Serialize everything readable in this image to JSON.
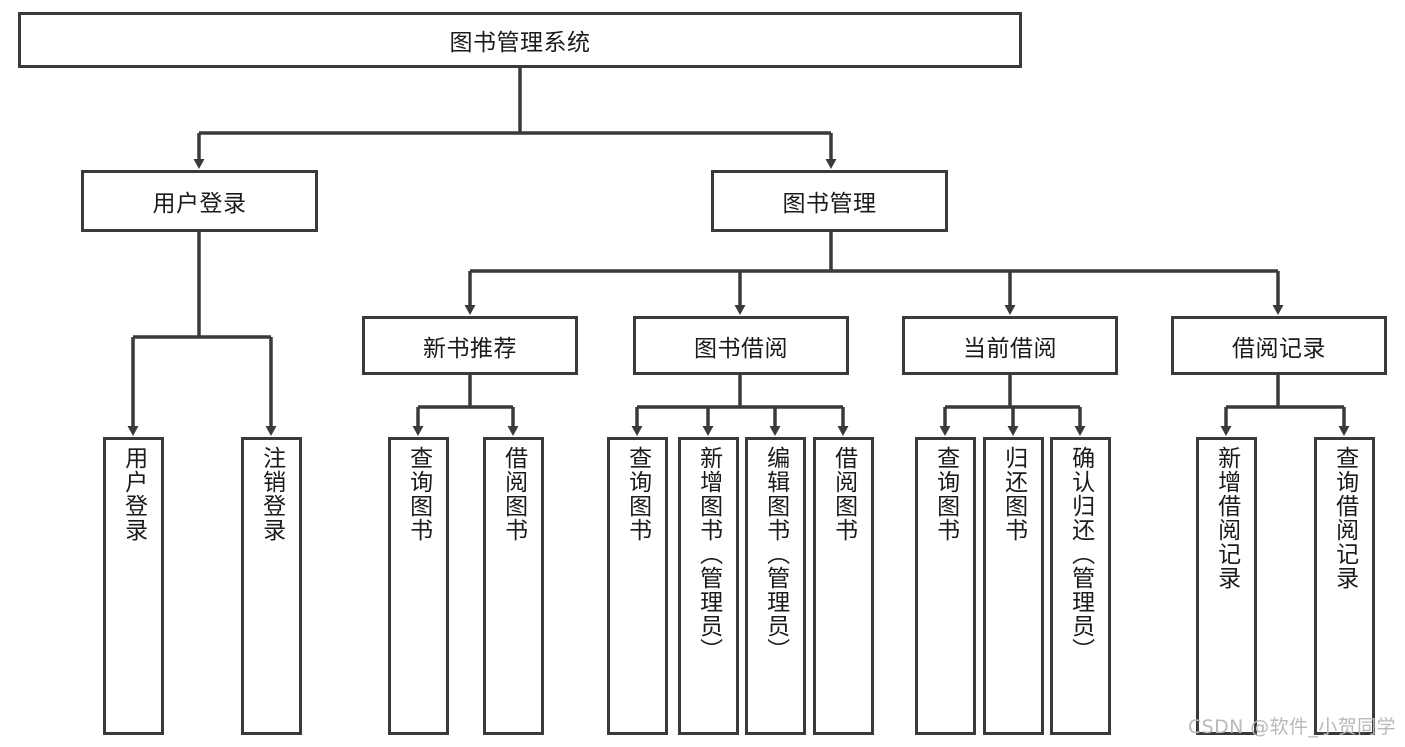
{
  "diagram": {
    "title": "图书管理系统",
    "type": "hierarchy-tree",
    "watermark": "CSDN @软件_小贺同学",
    "colors": {
      "box_border": "#3a3a3a",
      "box_fill": "#ffffff",
      "connector": "#3a3a3a",
      "text": "#1b1b1b",
      "watermark": "#b9b9b9"
    },
    "root": {
      "label": "图书管理系统"
    },
    "level2": [
      {
        "label": "用户登录"
      },
      {
        "label": "图书管理"
      }
    ],
    "level3": [
      {
        "label": "新书推荐"
      },
      {
        "label": "图书借阅"
      },
      {
        "label": "当前借阅"
      },
      {
        "label": "借阅记录"
      }
    ],
    "leaves": [
      {
        "label": "用户登录",
        "parent": "用户登录"
      },
      {
        "label": "注销登录",
        "parent": "用户登录"
      },
      {
        "label": "查询图书",
        "parent": "新书推荐"
      },
      {
        "label": "借阅图书",
        "parent": "新书推荐"
      },
      {
        "label": "查询图书",
        "parent": "图书借阅"
      },
      {
        "label": "新增图书（管理员）",
        "parent": "图书借阅"
      },
      {
        "label": "编辑图书（管理员）",
        "parent": "图书借阅"
      },
      {
        "label": "借阅图书",
        "parent": "图书借阅"
      },
      {
        "label": "查询图书",
        "parent": "当前借阅"
      },
      {
        "label": "归还图书",
        "parent": "当前借阅"
      },
      {
        "label": "确认归还（管理员）",
        "parent": "当前借阅"
      },
      {
        "label": "新增借阅记录",
        "parent": "借阅记录"
      },
      {
        "label": "查询借阅记录",
        "parent": "借阅记录"
      }
    ]
  }
}
